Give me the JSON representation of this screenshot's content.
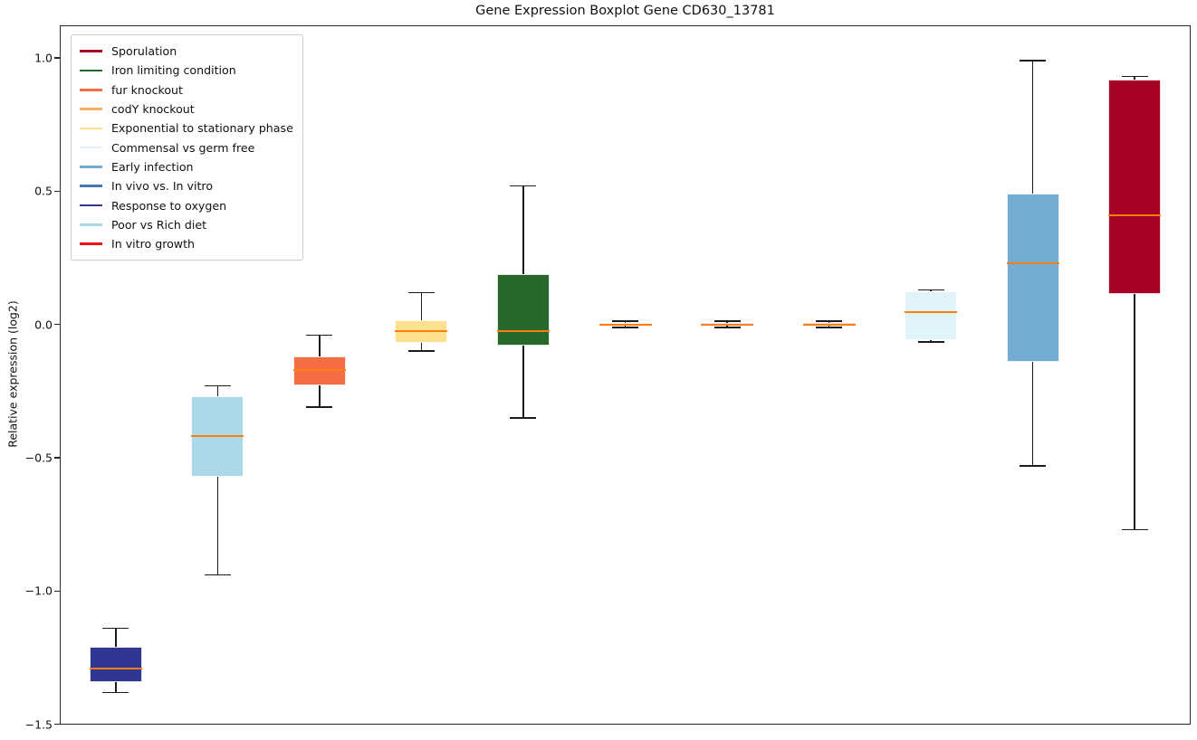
{
  "chart_data": {
    "type": "boxplot",
    "title": "Gene Expression Boxplot Gene CD630_13781",
    "xlabel": "",
    "ylabel": "Relative expression (log2)",
    "grid": false,
    "legend_position": "upper left",
    "ylim": [
      -1.501,
      1.122
    ],
    "yticks": [
      {
        "value": 1.0,
        "label": "1.0"
      },
      {
        "value": 0.5,
        "label": "0.5"
      },
      {
        "value": 0.0,
        "label": "0.0"
      },
      {
        "value": -0.5,
        "label": "−0.5"
      },
      {
        "value": -1.0,
        "label": "−1.0"
      },
      {
        "value": -1.5,
        "label": "−1.5"
      }
    ],
    "median_color": "#ff7f0e",
    "whisker_color": "#1c1c1c",
    "series": [
      {
        "name": "Response to oxygen",
        "color": "#313695",
        "whislo": -1.38,
        "q1": -1.34,
        "med": -1.29,
        "q3": -1.21,
        "whishi": -1.14
      },
      {
        "name": "Poor vs Rich diet",
        "color": "#abd9e9",
        "whislo": -0.94,
        "q1": -0.57,
        "med": -0.42,
        "q3": -0.27,
        "whishi": -0.23
      },
      {
        "name": "fur knockout",
        "color": "#f46d43",
        "whislo": -0.31,
        "q1": -0.23,
        "med": -0.17,
        "q3": -0.12,
        "whishi": -0.04
      },
      {
        "name": "Exponential to stationary phase",
        "color": "#fee090",
        "whislo": -0.1,
        "q1": -0.07,
        "med": -0.025,
        "q3": 0.015,
        "whishi": 0.12
      },
      {
        "name": "Iron limiting condition",
        "color": "#27682d",
        "whislo": -0.35,
        "q1": -0.08,
        "med": -0.025,
        "q3": 0.19,
        "whishi": 0.52
      },
      {
        "name": "codY knockout",
        "color": "#fdae61",
        "whislo": -0.012,
        "q1": -0.006,
        "med": 0.0,
        "q3": 0.006,
        "whishi": 0.012
      },
      {
        "name": "In vivo vs. In vitro",
        "color": "#4575b4",
        "whislo": -0.012,
        "q1": -0.005,
        "med": 0.0,
        "q3": 0.005,
        "whishi": 0.012
      },
      {
        "name": "In vitro growth",
        "color": "#ee1111",
        "whislo": -0.012,
        "q1": -0.006,
        "med": 0.0,
        "q3": 0.006,
        "whishi": 0.012
      },
      {
        "name": "Commensal vs germ free",
        "color": "#e0f3f8",
        "whislo": -0.065,
        "q1": -0.06,
        "med": 0.045,
        "q3": 0.125,
        "whishi": 0.13
      },
      {
        "name": "Early infection",
        "color": "#74add1",
        "whislo": -0.53,
        "q1": -0.14,
        "med": 0.23,
        "q3": 0.49,
        "whishi": 0.99
      },
      {
        "name": "Sporulation",
        "color": "#a50026",
        "whislo": -0.77,
        "q1": 0.115,
        "med": 0.41,
        "q3": 0.92,
        "whishi": 0.93
      }
    ],
    "legend": [
      {
        "label": "Sporulation",
        "color": "#a50026"
      },
      {
        "label": "Iron limiting condition",
        "color": "#27682d"
      },
      {
        "label": "fur knockout",
        "color": "#f46d43"
      },
      {
        "label": "codY knockout",
        "color": "#fdae61"
      },
      {
        "label": "Exponential to stationary phase",
        "color": "#fee090"
      },
      {
        "label": "Commensal vs germ free",
        "color": "#e0f3f8"
      },
      {
        "label": "Early infection",
        "color": "#74add1"
      },
      {
        "label": "In vivo vs. In vitro",
        "color": "#4575b4"
      },
      {
        "label": "Response to oxygen",
        "color": "#313695"
      },
      {
        "label": "Poor vs Rich diet",
        "color": "#abd9e9"
      },
      {
        "label": "In vitro growth",
        "color": "#ee1111"
      }
    ]
  }
}
